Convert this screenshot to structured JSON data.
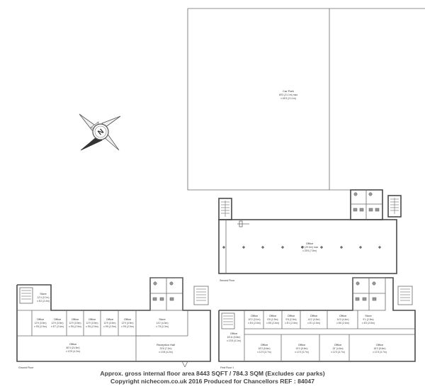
{
  "compass": {
    "letter": "N"
  },
  "floors": {
    "ground": "Ground Floor",
    "second": "Second Floor",
    "first": "First Floor 1"
  },
  "rooms": {
    "car_park": {
      "name": "Car Park",
      "dim1": "69'3 (21.1m) max",
      "dim2": "x 69'3 (21.1m)"
    },
    "second_office": {
      "name": "Office",
      "dim1": "97' (29.5m) max",
      "dim2": "x 25'5 (7.8m)"
    },
    "g_store": {
      "name": "Store",
      "dim1": "12'4 (3.7m)",
      "dim2": "x 8'2 (2.4m)"
    },
    "g_office1": {
      "name": "Office",
      "dim1": "12'9 (3.9m)",
      "dim2": "x 9'5 (2.9m)"
    },
    "g_office2": {
      "name": "Office",
      "dim1": "12'9 (3.9m)",
      "dim2": "x 8'7 (2.6m)"
    },
    "g_office3": {
      "name": "Office",
      "dim1": "12'9 (3.9m)",
      "dim2": "x 9'6 (2.9m)"
    },
    "g_office4": {
      "name": "Office",
      "dim1": "12'9 (3.9m)",
      "dim2": "x 9'6 (2.9m)"
    },
    "g_office5": {
      "name": "Office",
      "dim1": "12'9 (3.9m)",
      "dim2": "x 9'5 (2.9m)"
    },
    "g_office6": {
      "name": "Office",
      "dim1": "12'9 (3.9m)",
      "dim2": "x 9'5 (2.9m)"
    },
    "g_store2": {
      "name": "Store",
      "dim1": "14'2 (4.3m)",
      "dim2": "x 7'8 (2.3m)"
    },
    "g_office_main": {
      "name": "Office",
      "dim1": "80'3 (24.5m)",
      "dim2": "x 13'9 (4.2m)"
    },
    "g_reception": {
      "name": "Reception Hall",
      "dim1": "23'6 (7.2m)",
      "dim2": "x 13'8 (4.2m)"
    },
    "f_office_top1": {
      "name": "Office",
      "dim1": "10'2 (3.1m)",
      "dim2": "x 8'4 (2.5m)"
    },
    "f_office_top2": {
      "name": "Office",
      "dim1": "9'8 (2.9m)",
      "dim2": "x 8'5 (2.6m)"
    },
    "f_office_top3": {
      "name": "Office",
      "dim1": "9'8 (2.9m)",
      "dim2": "x 8'1 (2.5m)"
    },
    "f_office_top4": {
      "name": "Office",
      "dim1": "14'2 (4.3m)",
      "dim2": "x 8'1 (2.5m)"
    },
    "f_office_top5": {
      "name": "Office",
      "dim1": "14'3 (4.4m)",
      "dim2": "x 8'6 (2.6m)"
    },
    "f_store": {
      "name": "Store",
      "dim1": "9'1 (2.8m)",
      "dim2": "x 8'3 (2.5m)"
    },
    "f_office_left": {
      "name": "Office",
      "dim1": "18'11 (5.8m)",
      "dim2": "x 13'5 (4.1m)"
    },
    "f_office_b1": {
      "name": "Office",
      "dim1": "18'3 (5.6m)",
      "dim2": "x 12'3 (3.7m)"
    },
    "f_office_b2": {
      "name": "Office",
      "dim1": "19'3 (5.9m)",
      "dim2": "x 12'3 (3.7m)"
    },
    "f_office_b3": {
      "name": "Office",
      "dim1": "15' (4.6m)",
      "dim2": "x 12'3 (3.7m)"
    },
    "f_office_b4": {
      "name": "Office",
      "dim1": "18'3 (5.6m)",
      "dim2": "x 12'3 (3.7m)"
    }
  },
  "footer": {
    "line1": "Approx. gross internal floor area 8443 SQFT / 784.3 SQM (Excludes car parks)",
    "line2": "Copyright nichecom.co.uk 2016 Produced for Chancellors REF : 84047"
  }
}
